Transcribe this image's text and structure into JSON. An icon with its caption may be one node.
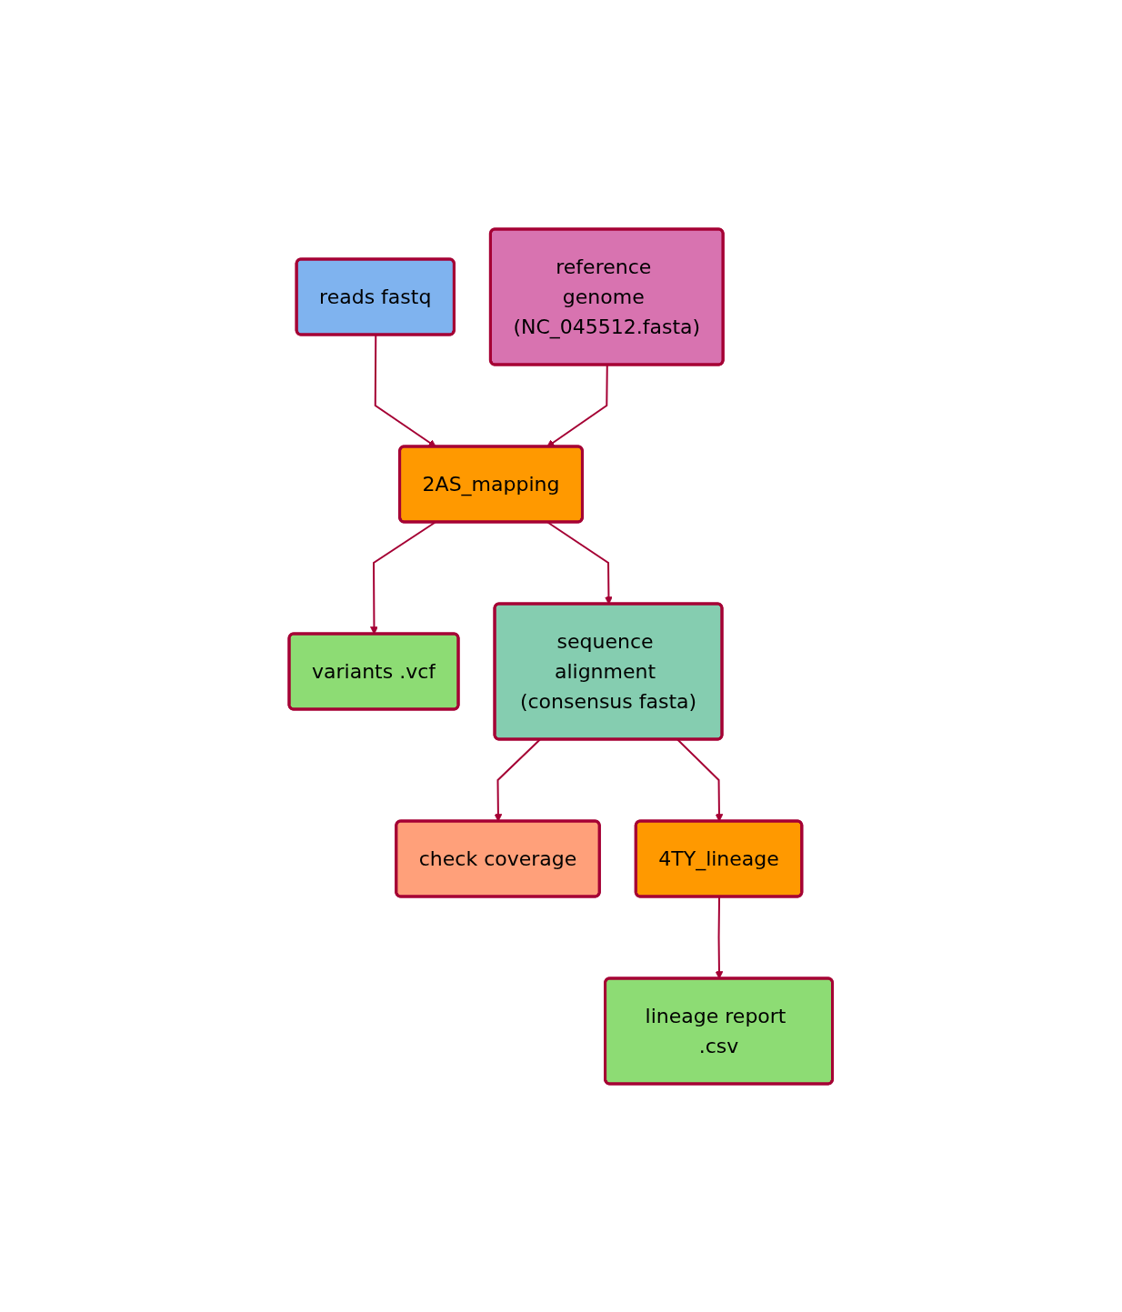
{
  "diagram": {
    "nodes": [
      {
        "text": [
          "reads fastq"
        ]
      },
      {
        "text": [
          "reference genome (NC_045512.fasta)"
        ]
      },
      {
        "text": [
          "2AS_mapping"
        ]
      },
      {
        "text": [
          "variants .vcf"
        ]
      },
      {
        "text": [
          "sequence alignment (consensus fasta)"
        ]
      },
      {
        "text": [
          "check coverage"
        ]
      },
      {
        "text": [
          "4TY_lineage"
        ]
      },
      {
        "text": [
          "lineage report .csv"
        ]
      }
    ],
    "edges": [
      {
        "from": 0,
        "to": 2,
        "arrow": "to"
      },
      {
        "from": 1,
        "to": 2,
        "arrow": "to"
      },
      {
        "from": 2,
        "to": 3,
        "arrow": "to"
      },
      {
        "from": 2,
        "to": 4,
        "arrow": "to"
      },
      {
        "from": 4,
        "to": 5,
        "arrow": "to"
      },
      {
        "from": 4,
        "to": 6,
        "arrow": "to"
      },
      {
        "from": 6,
        "to": 7,
        "arrow": "to"
      }
    ]
  }
}
